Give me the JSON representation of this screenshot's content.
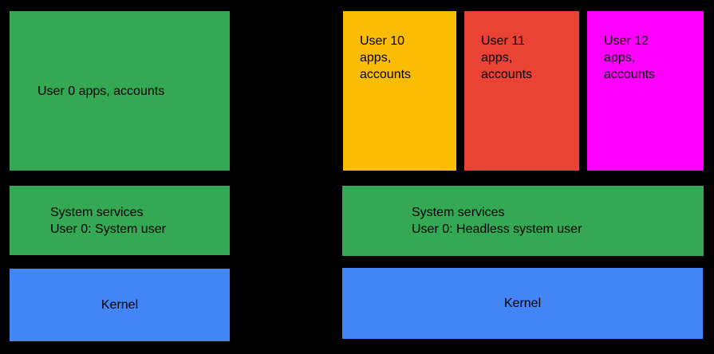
{
  "background_color": "#000000",
  "colors": {
    "green": "#34A853",
    "blue": "#4285F4",
    "yellow": "#FBBC04",
    "red": "#EA4335",
    "magenta": "#FF00FF",
    "text": "#000000"
  },
  "left_stack": {
    "apps_box": {
      "label": "User 0 apps, accounts",
      "color": "#34A853"
    },
    "services_box": {
      "line1": "System services",
      "line2": "User 0: System user",
      "color": "#34A853"
    },
    "kernel_box": {
      "label": "Kernel",
      "color": "#4285F4"
    }
  },
  "right_stack": {
    "user_boxes": [
      {
        "line1": "User 10",
        "line2": "apps,",
        "line3": "accounts",
        "color": "#FBBC04"
      },
      {
        "line1": "User 11",
        "line2": "apps,",
        "line3": "accounts",
        "color": "#EA4335"
      },
      {
        "line1": "User 12",
        "line2": "apps,",
        "line3": "accounts",
        "color": "#FF00FF"
      }
    ],
    "services_box": {
      "line1": "System services",
      "line2": "User 0: Headless system user",
      "color": "#34A853"
    },
    "kernel_box": {
      "label": "Kernel",
      "color": "#4285F4"
    }
  }
}
